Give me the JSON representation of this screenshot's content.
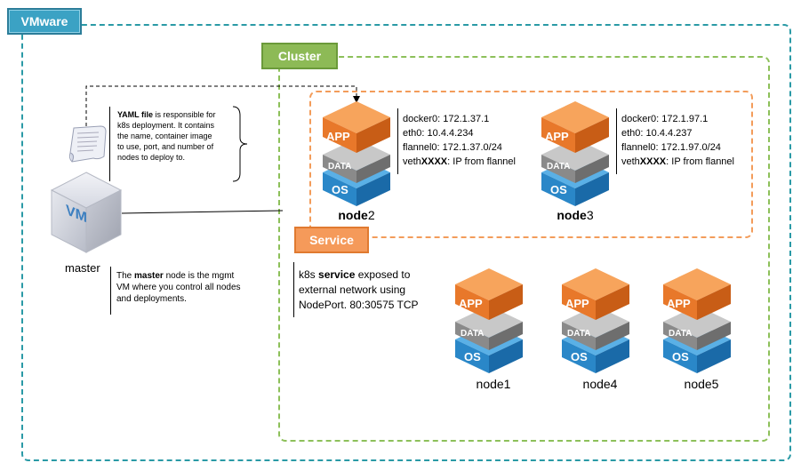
{
  "vmware": {
    "label": "VMware"
  },
  "cluster": {
    "label": "Cluster"
  },
  "service": {
    "label": "Service",
    "desc_pre": "k8s ",
    "desc_bold": "service",
    "desc_line1_post": " exposed to",
    "desc_line2": "external network using",
    "desc_line3": "NodePort. 80:30575 TCP"
  },
  "yaml_note": {
    "bold": "YAML file",
    "line1_post": " is responsible for",
    "line2": "k8s deployment.  It contains",
    "line3": "the name, container image",
    "line4": "to use, port, and number of",
    "line5": "nodes to deploy to."
  },
  "master": {
    "caption": "master",
    "vm_text": "VM",
    "note_pre": "The ",
    "note_bold": "master",
    "note_line1_post": " node is the mgmt",
    "note_line2": "VM where you control all nodes",
    "note_line3": "and deployments."
  },
  "stack": {
    "app": "APP",
    "data": "DATA",
    "os": "OS"
  },
  "nodes": {
    "node2": {
      "caption_bold": "node",
      "caption_num": "2",
      "docker0": "docker0: 172.1.37.1",
      "eth0": "eth0: 10.4.4.234",
      "flannel0": "flannel0: 172.1.37.0/24",
      "veth_pre": "veth",
      "veth_bold": "XXXX",
      "veth_post": ": IP from flannel"
    },
    "node3": {
      "caption_bold": "node",
      "caption_num": "3",
      "docker0": "docker0: 172.1.97.1",
      "eth0": "eth0: 10.4.4.237",
      "flannel0": "flannel0: 172.1.97.0/24",
      "veth_pre": "veth",
      "veth_bold": "XXXX",
      "veth_post": ": IP from flannel"
    },
    "node1": {
      "caption": "node1"
    },
    "node4": {
      "caption": "node4"
    },
    "node5": {
      "caption": "node5"
    }
  },
  "colors": {
    "vmware_border": "#2a9aa6",
    "cluster_border": "#8dc05a",
    "service_border": "#f39c5a",
    "app_orange": "#e8782a",
    "data_grey": "#8a8a8a",
    "os_blue": "#2a87c8"
  }
}
